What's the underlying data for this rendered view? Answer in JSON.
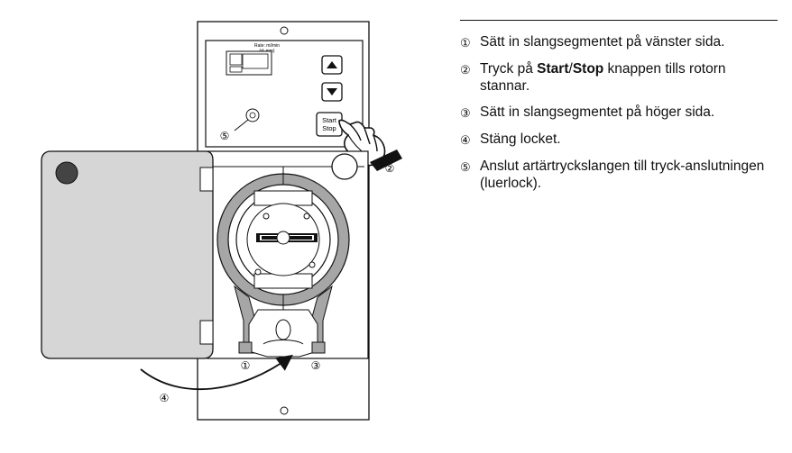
{
  "device": {
    "display_label_line1": "Rate: ml/min",
    "display_label_line2": "(d: mm)",
    "button_label_line1": "Start",
    "button_label_line2": "Stop",
    "marker_5": "⑤",
    "marker_2": "②",
    "marker_1": "①",
    "marker_3": "③",
    "marker_4": "④"
  },
  "steps": [
    {
      "num": "①",
      "text": "Sätt in slangsegmentet på vänster sida."
    },
    {
      "num": "②",
      "pre": "Tryck på ",
      "bold1": "Start",
      "sep": "/",
      "bold2": "Stop",
      "post": " knappen tills rotorn stannar."
    },
    {
      "num": "③",
      "text": "Sätt in slangsegmentet på höger sida."
    },
    {
      "num": "④",
      "text": "Stäng locket."
    },
    {
      "num": "⑤",
      "text": "Anslut artärtryckslangen till tryck-anslutningen (luerlock)."
    }
  ]
}
